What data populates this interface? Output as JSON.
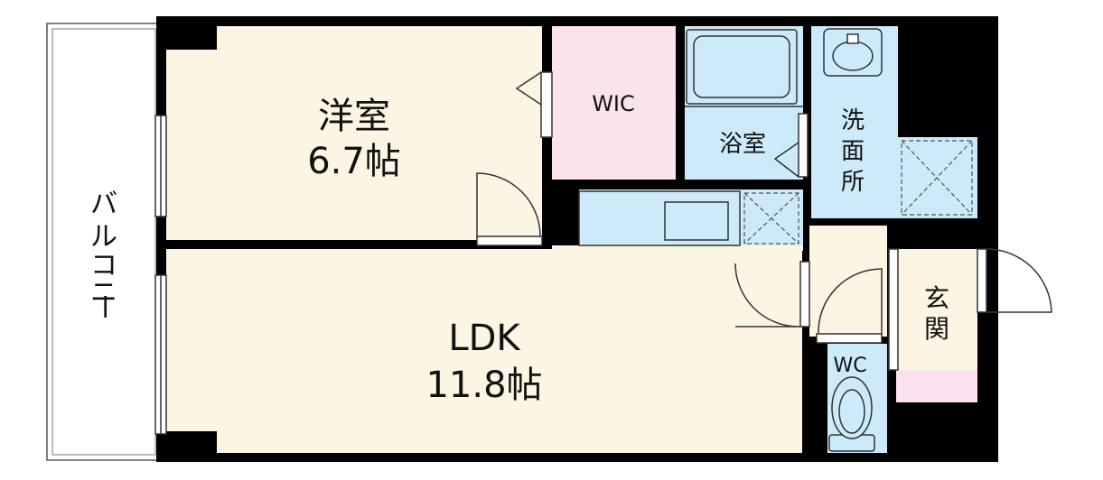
{
  "rooms": {
    "western": {
      "name": "洋室",
      "size": "6.7帖"
    },
    "wic": {
      "name": "WIC"
    },
    "bath": {
      "name": "浴室"
    },
    "washroom": {
      "name": "洗面所"
    },
    "ldk": {
      "name": "LDK",
      "size": "11.8帖"
    },
    "wc": {
      "name": "WC"
    },
    "entrance": {
      "name": "玄関"
    },
    "balcony": {
      "name": "バルコニー"
    }
  },
  "colors": {
    "wall": "#000000",
    "room_cream": "#fcf5e3",
    "wic_pink": "#fbe3ee",
    "wet_blue": "#cdeafa",
    "entrance_pink": "#fbe0ee",
    "outline": "#333333"
  }
}
